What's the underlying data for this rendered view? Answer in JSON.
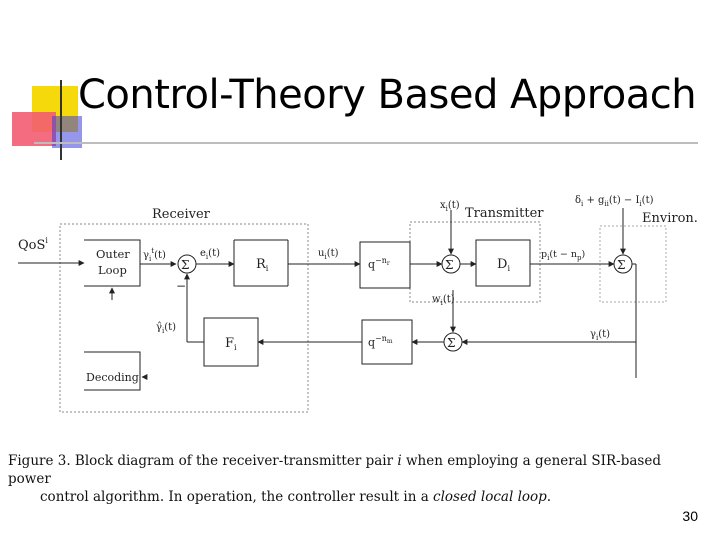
{
  "slide": {
    "title": "Control-Theory Based Approach",
    "page_number": "30"
  },
  "diagram": {
    "receiver_label": "Receiver",
    "transmitter_label": "Transmitter",
    "environ_label": "Environ.",
    "qos_label": "QoS",
    "qos_sup": "i",
    "outer_loop_line1": "Outer",
    "outer_loop_line2": "Loop",
    "decoding_label": "Decoding",
    "r_block": "R",
    "r_sub": "i",
    "f_block": "F",
    "f_sub": "i",
    "d_block": "D",
    "d_sub": "i",
    "delay_top": "q",
    "delay_top_exp": "−n",
    "delay_top_exp_sub": "r",
    "delay_bottom": "q",
    "delay_bottom_exp": "−n",
    "delay_bottom_exp_sub": "m",
    "sum_symbol": "Σ",
    "minus_sign": "−",
    "sig_gamma_target": "γ",
    "sig_gamma_target_sup": "t",
    "sig_gamma_target_sub": "i",
    "sig_gamma_target_arg": "(t)",
    "sig_e": "e",
    "sig_e_sub": "i",
    "sig_e_arg": "(t)",
    "sig_u": "u",
    "sig_u_sub": "i",
    "sig_u_arg": "(t)",
    "sig_x": "x",
    "sig_x_sub": "i",
    "sig_x_arg": "(t)",
    "sig_w": "w",
    "sig_w_sub": "i",
    "sig_w_arg": "(t)",
    "sig_p": "p",
    "sig_p_sub": "i",
    "sig_p_arg": "(t − n",
    "sig_p_arg_sub": "p",
    "sig_p_arg_end": ")",
    "sig_gamma_hat": "γ̂",
    "sig_gamma_hat_sub": "i",
    "sig_gamma_hat_arg": "(t)",
    "sig_gamma": "γ",
    "sig_gamma_sub": "i",
    "sig_gamma_arg": "(t)",
    "sig_env_delta": "δ",
    "sig_env_delta_sub": "i",
    "sig_env_mid": " + g",
    "sig_env_g_sub": "ii",
    "sig_env_mid2": "(t) − I",
    "sig_env_i_sub": "i",
    "sig_env_end": "(t)"
  },
  "caption": {
    "prefix": "Figure 3. Block diagram of the receiver-transmitter pair ",
    "italic_i": "i",
    "line1_rest": " when employing a general SIR-based power",
    "line2_start": "control algorithm. In operation, the controller result in a ",
    "line2_italic": "closed local loop",
    "line2_end": "."
  },
  "colors": {
    "accent_yellow": "#f5d90a",
    "accent_red": "#f0485a",
    "accent_blue": "#3b3bd8",
    "rule": "#c8c8c8"
  }
}
